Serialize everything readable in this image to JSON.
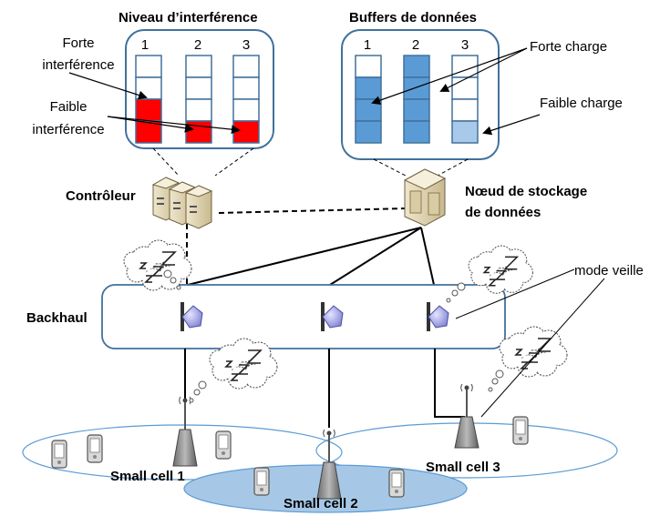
{
  "interference_panel": {
    "title": "Niveau d’interférence",
    "columns": [
      "1",
      "2",
      "3"
    ],
    "label_high": "Forte interférence",
    "label_high_line1": "Forte",
    "label_high_line2": "interférence",
    "label_low_line1": "Faible",
    "label_low_line2": "interférence",
    "cell_color": "#ff0000",
    "filled_cells": [
      2,
      1,
      1
    ]
  },
  "buffer_panel": {
    "title": "Buffers de données",
    "columns": [
      "1",
      "2",
      "3"
    ],
    "label_high": "Forte charge",
    "label_low": "Faible charge",
    "cell_color": "#5b9bd5",
    "light_cell_color": "#a9c9ea",
    "filled_cells": [
      3,
      4,
      0
    ],
    "light_cells": [
      0,
      0,
      1
    ]
  },
  "controller": {
    "label": "Contrôleur"
  },
  "storage": {
    "label_line1": "Nœud de stockage",
    "label_line2": "de données"
  },
  "backhaul": {
    "label": "Backhaul"
  },
  "sleep_mode": {
    "label": "mode veille"
  },
  "cells": [
    {
      "label": "Small cell 1"
    },
    {
      "label": "Small cell 2"
    },
    {
      "label": "Small cell 3"
    }
  ],
  "colors": {
    "panel_border": "#41719c",
    "cell2_fill": "#a6c8e6",
    "ellipse_border": "#5b9bd5"
  }
}
